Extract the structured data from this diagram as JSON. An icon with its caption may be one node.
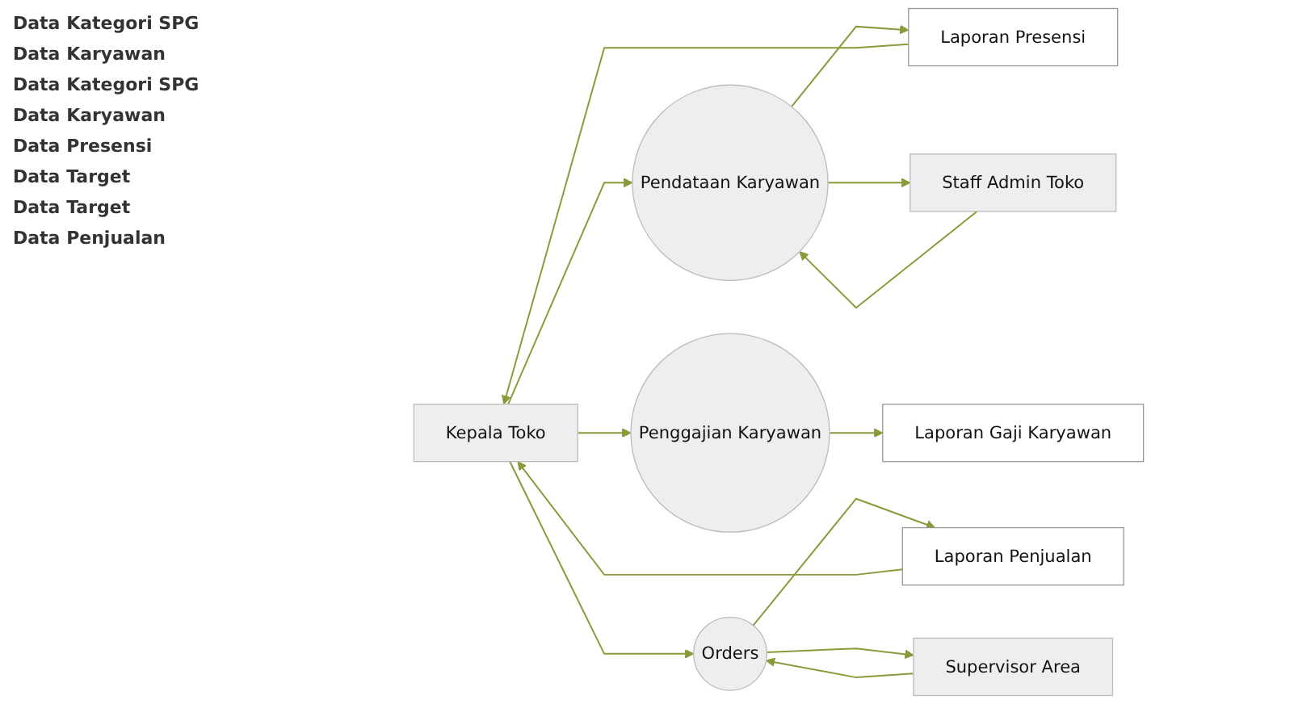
{
  "diagram": {
    "nodes": [
      {
        "text": [
          "Kepala Toko"
        ]
      },
      {
        "text": [
          "Laporan Presensi"
        ]
      },
      {
        "text": [
          "Pendataan Karyawan"
        ]
      },
      {
        "text": [
          "Staff Admin Toko"
        ]
      },
      {
        "text": [
          "Penggajian Karyawan"
        ]
      },
      {
        "text": [
          "Laporan Penjualan"
        ]
      },
      {
        "text": [
          "Orders"
        ]
      },
      {
        "text": [
          "Supervisor Area"
        ]
      },
      {
        "text": [
          "Laporan Gaji Karyawan"
        ]
      }
    ],
    "edges": [
      {
        "from": 0,
        "to": 2,
        "arrow": "to"
      },
      {
        "from": 2,
        "to": 1,
        "arrow": "to"
      },
      {
        "from": 1,
        "to": 0,
        "arrow": "to"
      },
      {
        "from": 2,
        "to": 3,
        "arrow": "to"
      },
      {
        "from": 3,
        "to": 2,
        "arrow": "to"
      },
      {
        "from": 0,
        "to": 4,
        "arrow": "to"
      },
      {
        "from": 0,
        "to": 6,
        "arrow": "to"
      },
      {
        "from": 6,
        "to": 5,
        "arrow": "to"
      },
      {
        "from": 5,
        "to": 0,
        "arrow": "to"
      },
      {
        "from": 6,
        "to": 7,
        "arrow": "to"
      },
      {
        "from": 7,
        "to": 6,
        "arrow": "to"
      },
      {
        "from": 4,
        "to": 8,
        "arrow": "to"
      }
    ],
    "labels": [
      "Data Kategori SPG",
      "Data Karyawan",
      "Data Kategori SPG",
      "Data Karyawan",
      "Data Presensi",
      "Data Target",
      "Data Target",
      "Data Penjualan"
    ]
  }
}
